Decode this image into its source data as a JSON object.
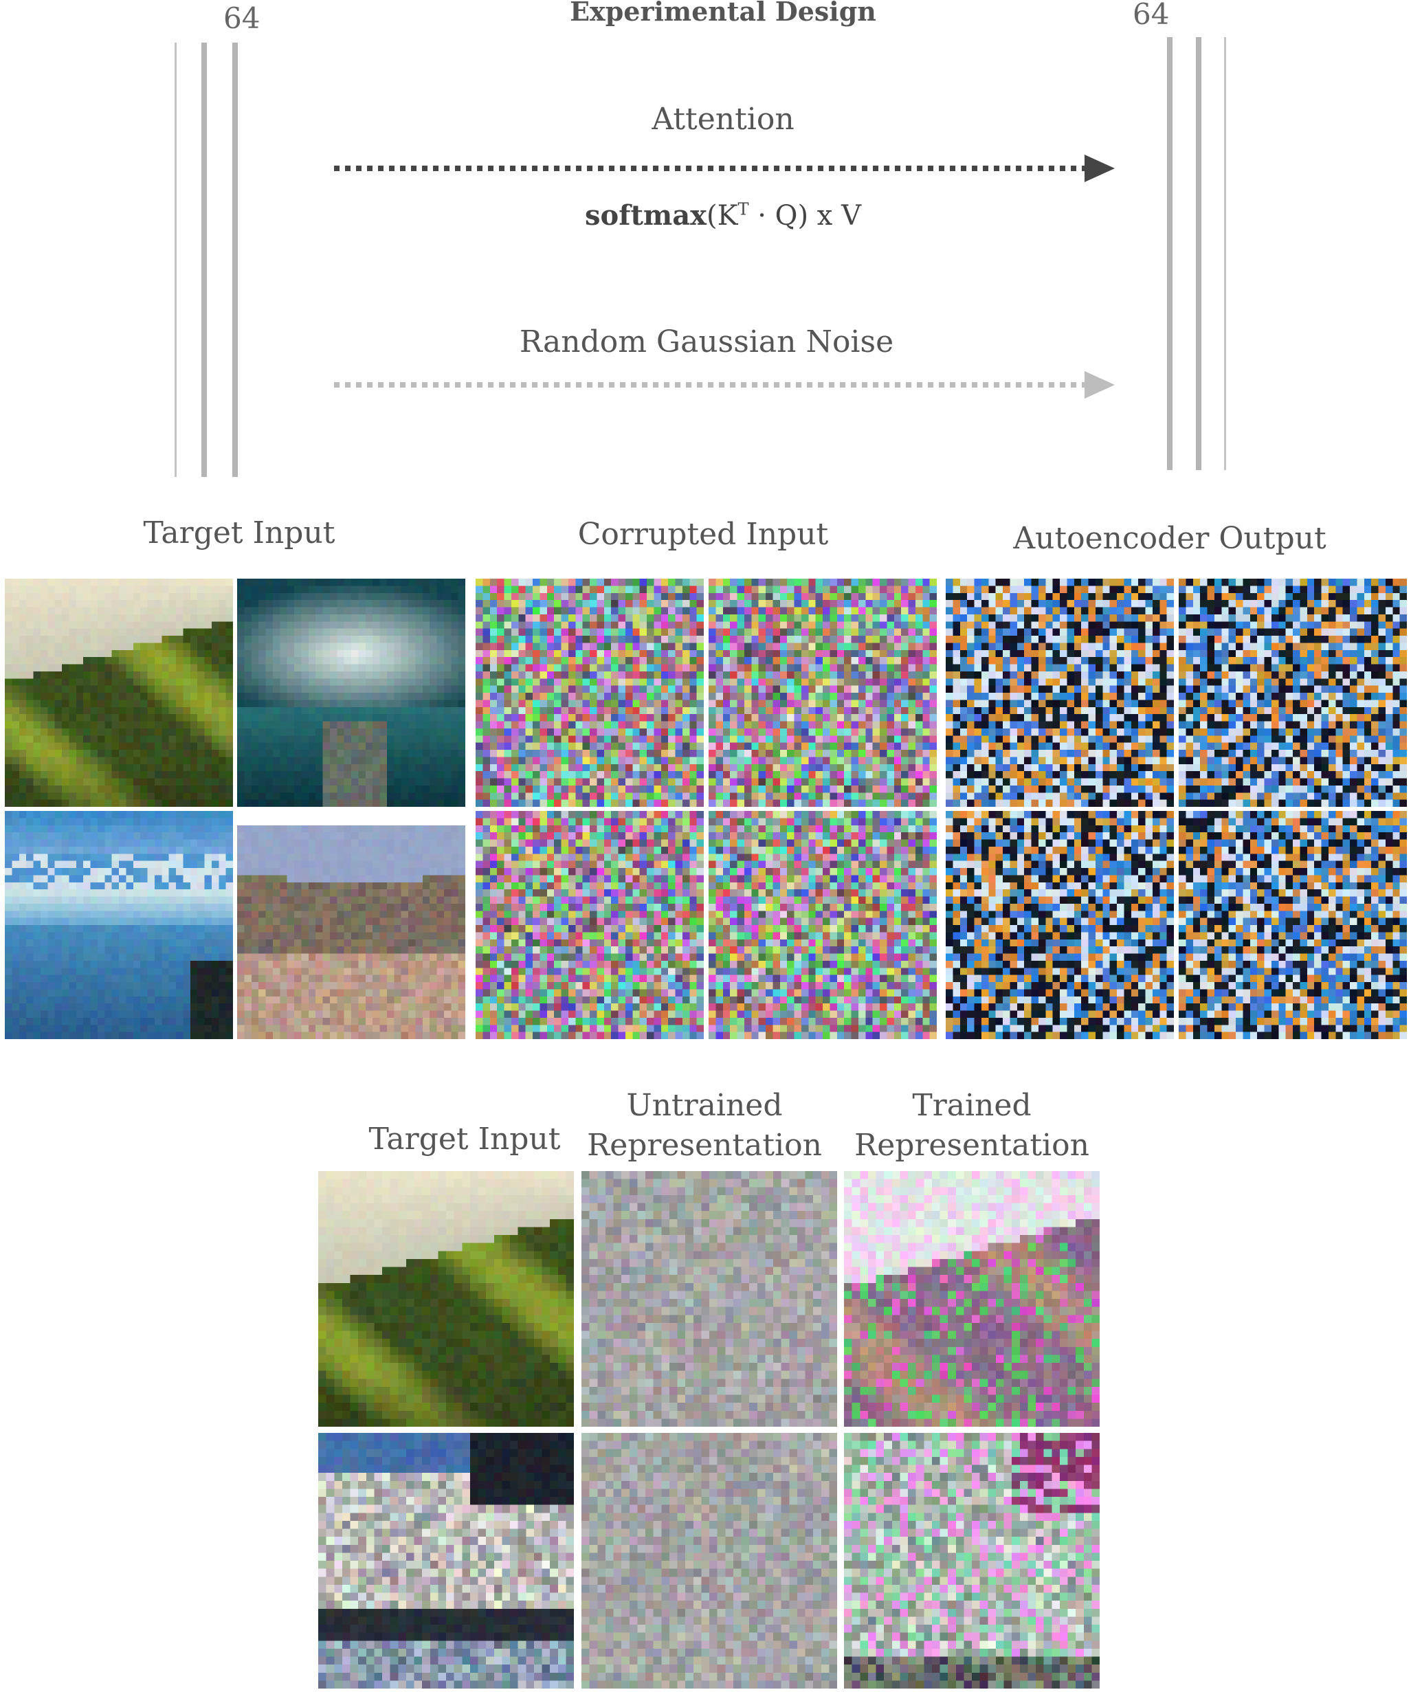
{
  "header": {
    "title": "Experimental Design",
    "left_dim": "64",
    "right_dim": "64"
  },
  "attention": {
    "label": "Attention",
    "formula_fn": "softmax",
    "formula_k": "(K",
    "formula_sup": "T",
    "formula_rest": " · Q) x V",
    "arrow_color": "#454545"
  },
  "noise": {
    "label": "Random Gaussian Noise",
    "arrow_color": "#bdbdbd"
  },
  "section1": {
    "target_label": "Target Input",
    "corrupted_label": "Corrupted Input",
    "output_label": "Autoencoder Output"
  },
  "section2": {
    "target_label": "Target Input",
    "untrained_line1": "Untrained",
    "untrained_line2": "Representation",
    "trained_line1": "Trained",
    "trained_line2": "Representation"
  },
  "images": {
    "target_1": "hillside-landscape",
    "target_2": "pier-lake",
    "target_3": "mountain-lake",
    "target_4": "desert-hills",
    "corrupted": "rgb-noise",
    "output": "blue-orange-noise",
    "target_b1": "hillside-landscape",
    "target_b2": "clouds-sea",
    "untrained": "gray-noise",
    "trained": "pink-green-landscape"
  }
}
